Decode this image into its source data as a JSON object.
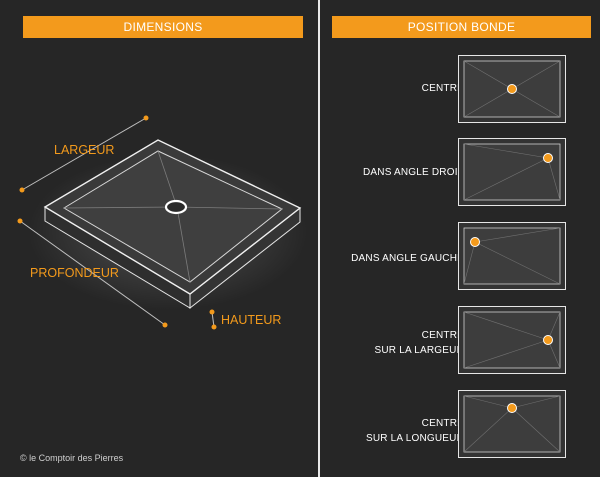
{
  "dimensions": {
    "header": "DIMENSIONS",
    "labels": {
      "largeur": "LARGEUR",
      "profondeur": "PROFONDEUR",
      "hauteur": "HAUTEUR"
    },
    "copyright": "© le Comptoir des Pierres"
  },
  "position": {
    "header": "POSITION BONDE",
    "items": [
      {
        "line1": "CENTRÉ",
        "line2": ""
      },
      {
        "line1": "DANS ANGLE DROIT",
        "line2": ""
      },
      {
        "line1": "DANS ANGLE GAUCHE",
        "line2": ""
      },
      {
        "line1": "CENTRÉ",
        "line2": "SUR LA LARGEUR"
      },
      {
        "line1": "CENTRÉ",
        "line2": "SUR LA LONGUEUR"
      }
    ]
  },
  "colors": {
    "accent": "#f39a1c",
    "background": "#262626",
    "tray_fill": "#3c3c3c",
    "line": "#e6e6e6"
  }
}
